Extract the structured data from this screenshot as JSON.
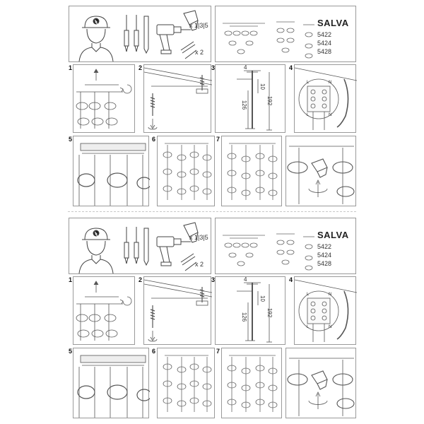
{
  "product": {
    "name": "SALVA",
    "models": [
      "5422",
      "5424",
      "5428"
    ]
  },
  "tools": {
    "kit_label": "x 1|3|5",
    "bulb_label": "x 2"
  },
  "steps": [
    "1",
    "2",
    "3",
    "4",
    "5",
    "6",
    "7"
  ],
  "dimensions": {
    "top": "4",
    "upper": "10",
    "middle": "126",
    "total": "192"
  },
  "wiring": {
    "live": "L",
    "neutral": "N",
    "terminal_labels": [
      "L",
      "N",
      "L",
      "N"
    ]
  },
  "colors": {
    "line": "#5a5a5a",
    "panel_border": "#9a9a9a",
    "fill_light": "#e8e8e8"
  }
}
